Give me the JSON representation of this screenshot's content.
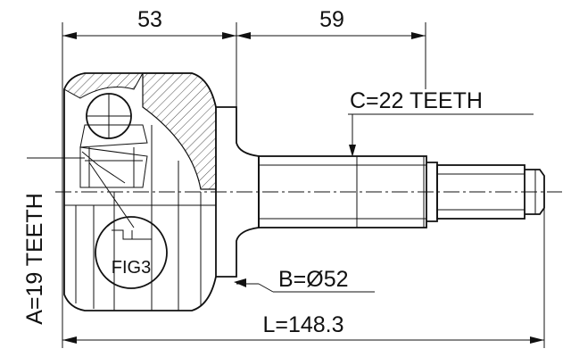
{
  "dimensions": {
    "outer_length": "53",
    "shaft_length": "59",
    "spline_c": "C=22 TEETH",
    "spline_a": "A=19 TEETH",
    "abs_ring": "B=Ø52",
    "total_length": "L=148.3"
  },
  "figure_label": "FIG3"
}
